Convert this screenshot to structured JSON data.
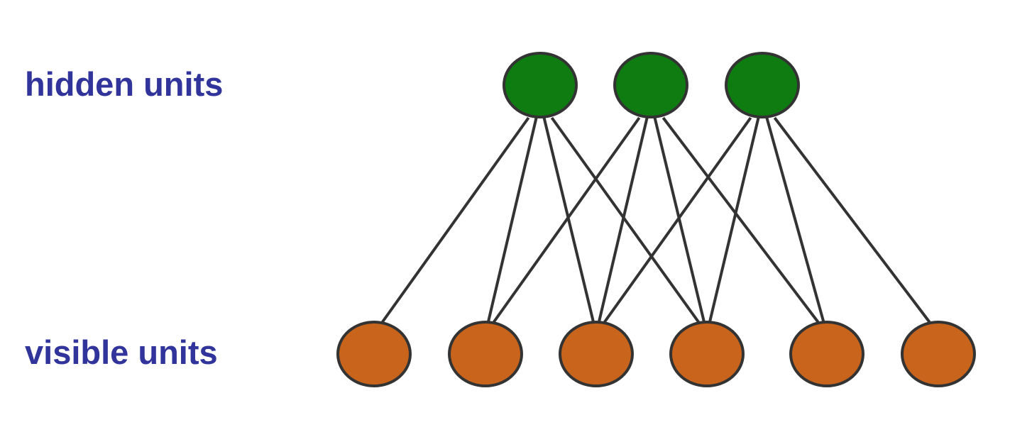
{
  "labels": {
    "hidden": "hidden units",
    "visible": "visible units"
  },
  "colors": {
    "hidden_fill": "#0f7c12",
    "visible_fill": "#c8641b",
    "stroke": "#333333",
    "label": "#31349a"
  },
  "hidden_count": 3,
  "visible_count": 6,
  "edges": [
    [
      0,
      0
    ],
    [
      0,
      1
    ],
    [
      0,
      2
    ],
    [
      0,
      3
    ],
    [
      1,
      1
    ],
    [
      1,
      2
    ],
    [
      1,
      3
    ],
    [
      1,
      4
    ],
    [
      2,
      2
    ],
    [
      2,
      3
    ],
    [
      2,
      4
    ],
    [
      2,
      5
    ]
  ]
}
